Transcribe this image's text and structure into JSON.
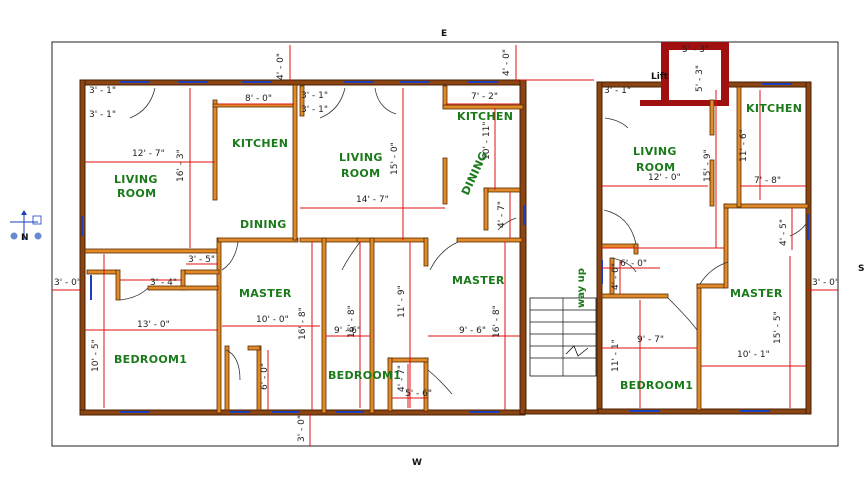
{
  "compass": {
    "north": "E",
    "south": "W",
    "east": "S"
  },
  "north_symbol": {
    "label": "N"
  },
  "lift": {
    "label": "Lift",
    "dims": [
      "5' - 3\"",
      "5' - 3\""
    ]
  },
  "stair": {
    "label": "way up"
  },
  "rooms": {
    "living1": "LIVING\nROOM",
    "kitchen1": "KITCHEN",
    "dining1": "DINING",
    "master1": "MASTER",
    "bedroom1a": "BEDROOM1",
    "living2": "LIVING\nROOM",
    "kitchen2": "KITCHEN",
    "dining2": "DINING",
    "master2": "MASTER",
    "bedroom1b": "BEDROOM1",
    "living3": "LIVING\nROOM",
    "kitchen3": "KITCHEN",
    "master3": "MASTER",
    "bedroom1c": "BEDROOM1"
  },
  "dims": {
    "d4_0a": "4' - 0\"",
    "d4_0b": "4' - 0\"",
    "d3_1a": "3' - 1\"",
    "d3_1b": "3' - 1\"",
    "d3_1c": "3' - 1\"",
    "d3_1d": "3' - 1\"",
    "d3_1e": "3' - 1\"",
    "d8_0": "8' - 0\"",
    "d12_7": "12' - 7\"",
    "d16_3": "16' - 3\"",
    "d15_0": "15' - 0\"",
    "d14_7": "14' - 7\"",
    "d7_2": "7' - 2\"",
    "d10_11": "10' - 11\"",
    "d4_7a": "4' - 7\"",
    "d3_0a": "3' - 0\"",
    "d3_0b": "3' - 0\"",
    "d3_0c": "3' - 0\"",
    "d3_4": "3' - 4\"",
    "d3_5": "3' - 5\"",
    "d13_0": "13' - 0\"",
    "d10_0": "10' - 0\"",
    "d16_8a": "16' - 8\"",
    "d16_8b": "16' - 8\"",
    "d16_8c": "16' - 8\"",
    "d10_5": "10' - 5\"",
    "d6_0a": "6' - 0\"",
    "d9_6a": "9' - 6\"",
    "d9_6b": "9' - 6\"",
    "d11_9": "11' - 9\"",
    "d4_7b": "4' - 7\"",
    "d5_6": "5' - 6\"",
    "d11_6": "11' - 6\"",
    "d12_0": "12' - 0\"",
    "d15_9": "15' - 9\"",
    "d7_8": "7' - 8\"",
    "d4_5": "4' - 5\"",
    "d6_0b": "6' - 0\"",
    "d4_0c": "4' - 0\"",
    "d9_7": "9' - 7\"",
    "d11_1": "11' - 1\"",
    "d10_1": "10' - 1\"",
    "d15_5": "15' - 5\""
  },
  "colors": {
    "wall": "#e08a2a",
    "wall_outer": "#8b4513",
    "lift_wall": "#a01010",
    "dimension": "#e01010",
    "room_label": "#1a7a1a",
    "window": "#1a40c0"
  }
}
